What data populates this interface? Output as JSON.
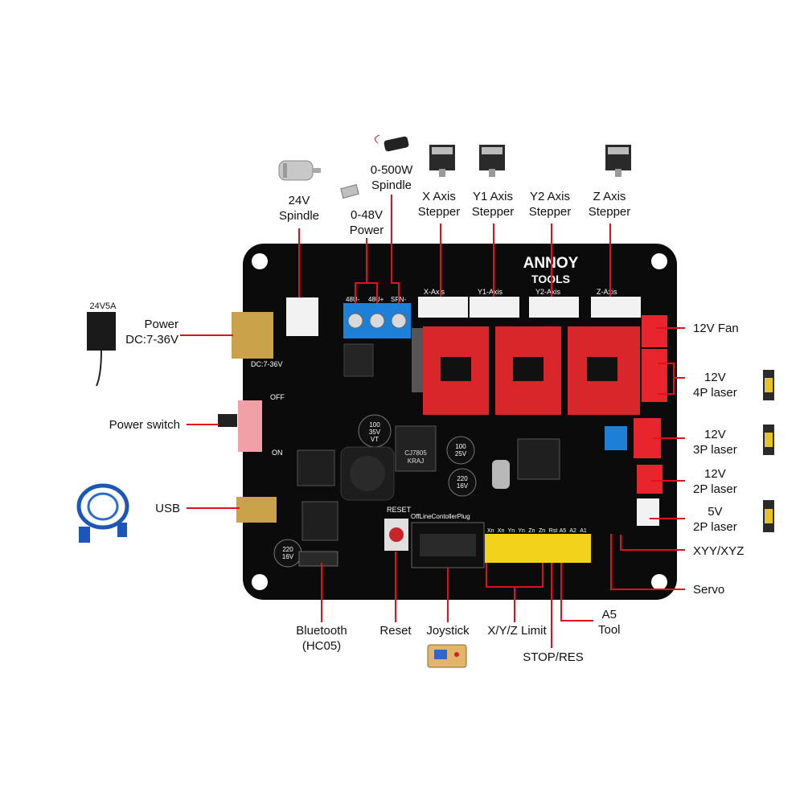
{
  "brand": {
    "line1": "ANNOY",
    "line2": "TOOLS"
  },
  "psu_label": "24V5A",
  "labels": {
    "spindle_24v": {
      "l1": "24V",
      "l2": "Spindle"
    },
    "power_048v": {
      "l1": "0-48V",
      "l2": "Power"
    },
    "spindle_500w": {
      "l1": "0-500W",
      "l2": "Spindle"
    },
    "x_axis": {
      "l1": "X Axis",
      "l2": "Stepper"
    },
    "y1_axis": {
      "l1": "Y1  Axis",
      "l2": "Stepper"
    },
    "y2_axis": {
      "l1": "Y2 Axis",
      "l2": "Stepper"
    },
    "z_axis": {
      "l1": "Z Axis",
      "l2": "Stepper"
    },
    "power": {
      "l1": "Power",
      "l2": "DC:7-36V"
    },
    "power_switch": "Power switch",
    "usb": "USB",
    "fan_12v": "12V Fan",
    "laser_12v_4p": {
      "l1": "12V",
      "l2": "4P laser"
    },
    "laser_12v_3p": {
      "l1": "12V",
      "l2": "3P laser"
    },
    "laser_12v_2p": {
      "l1": "12V",
      "l2": "2P laser"
    },
    "laser_5v_2p": {
      "l1": "5V",
      "l2": "2P laser"
    },
    "xyy_xyz": "XYY/XYZ",
    "servo": "Servo",
    "bluetooth": {
      "l1": "Bluetooth",
      "l2": "(HC05)"
    },
    "reset": "Reset",
    "joystick": "Joystick",
    "xyz_limit": "X/Y/Z Limit",
    "a5_tool": {
      "l1": "A5",
      "l2": "Tool"
    },
    "stop_res": "STOP/RES"
  },
  "silkscreen": {
    "axis_x": "X-Axis",
    "axis_y1": "Y1-Axis",
    "axis_y2": "Y2-Axis",
    "axis_z": "Z-Axis",
    "terminal": [
      "48U-",
      "48U+",
      "SPN-"
    ],
    "dc_jack": "DC:7-36V",
    "offline_plug": "OffLineContollerPlug",
    "reset": "RESET",
    "off": "OFF",
    "on": "ON",
    "cap1": [
      "100",
      "35V",
      "VT"
    ],
    "cap2": [
      "100",
      "25V"
    ],
    "cap3": [
      "220",
      "16V"
    ],
    "cap4": [
      "220",
      "16V"
    ],
    "regulator": [
      "CJ7805",
      "KRAJ"
    ],
    "pins": [
      "Xn",
      "Xn",
      "Yn",
      "Yn",
      "Zn",
      "Zn",
      "Rst",
      "A5",
      "A2",
      "A1"
    ]
  },
  "colors": {
    "board": "#0b0b0b",
    "leader": "#e01020",
    "driver": "#d8262b",
    "terminal": "#1e7fd6",
    "connector_red": "#e8242c",
    "header_yellow": "#f2d21a"
  }
}
